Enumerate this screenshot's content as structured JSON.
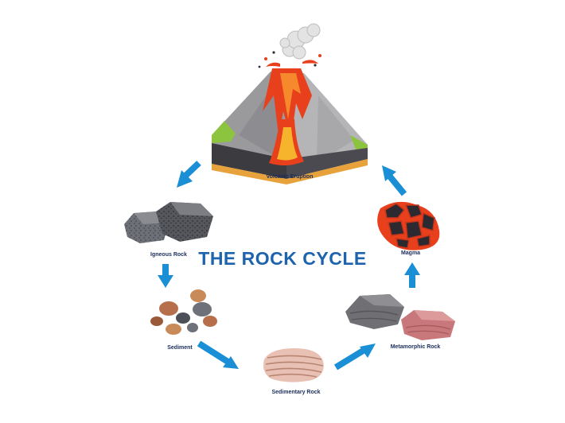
{
  "diagram": {
    "title": "THE ROCK CYCLE",
    "stages": [
      {
        "label": "Volcanic Eruption"
      },
      {
        "label": "Magma"
      },
      {
        "label": "Metamorphic Rock"
      },
      {
        "label": "Sedimentary Rock"
      },
      {
        "label": "Sediment"
      },
      {
        "label": "Igneous Rock"
      }
    ],
    "colors": {
      "arrow": "#1a8fd6",
      "title": "#1d63ad",
      "label": "#1a2d5c",
      "lava": "#e8401c",
      "rock_gray": "#8f8f92"
    }
  }
}
